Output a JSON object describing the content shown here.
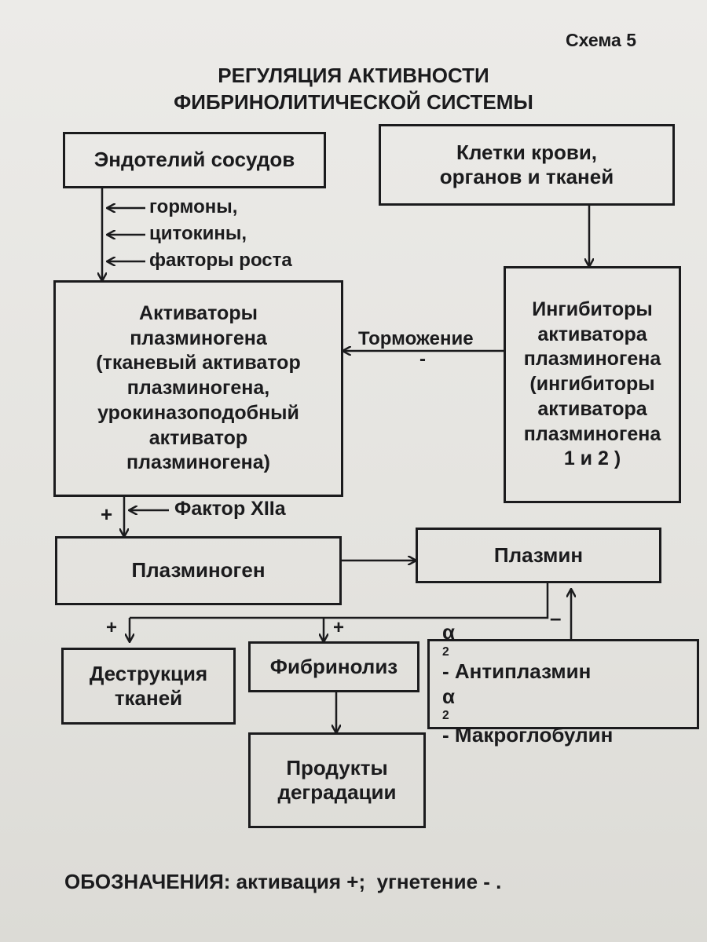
{
  "scheme_label": "Схема 5",
  "title": [
    "РЕГУЛЯЦИЯ АКТИВНОСТИ",
    "ФИБРИНОЛИТИЧЕСКОЙ СИСТЕМЫ"
  ],
  "nodes": {
    "endothelium": [
      "Эндотелий сосудов"
    ],
    "blood_cells": [
      "Клетки крови,",
      "органов и тканей"
    ],
    "activators": [
      "Активаторы",
      "плазминогена",
      "(тканевый активатор",
      "плазминогена,",
      "урокиназоподобный",
      "активатор",
      "плазминогена)"
    ],
    "inhibitors": [
      "Ингибиторы",
      "активатора",
      "плазминогена",
      "(ингибиторы",
      "активатора",
      "плазминогена",
      "1 и 2 )"
    ],
    "plasminogen": "Плазминоген",
    "plasmin": "Плазмин",
    "tissue_destruction": [
      "Деструкция",
      "тканей"
    ],
    "fibrinolysis": "Фибринолиз",
    "antiplasmin": {
      "alpha": "α",
      "sub": "2",
      "label1": " - Антиплазмин",
      "label2": "- Макроглобулин"
    },
    "degradation_products": [
      "Продукты",
      "деградации"
    ]
  },
  "edge_labels": {
    "hormones": "гормоны,",
    "cytokines": "цитокины,",
    "growth_factors": "факторы роста",
    "inhibition": "Торможение",
    "inhibition_sign": "-",
    "factor_xiia": "Фактор XIIа",
    "plus_activators": "+",
    "plus_destruction": "+",
    "plus_fibrinolysis": "+",
    "minus_plasmin": "–"
  },
  "legend": "ОБОЗНАЧЕНИЯ: активация +;  угнетение - ."
}
